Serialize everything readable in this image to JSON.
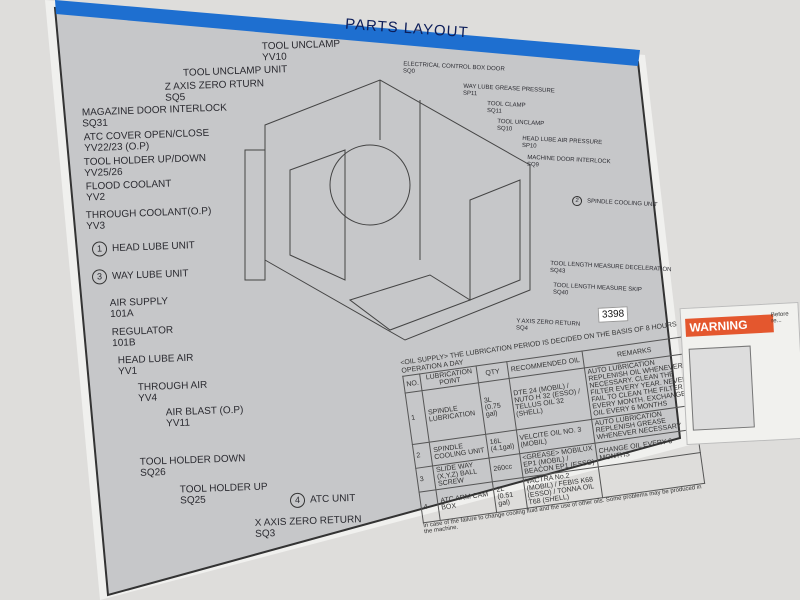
{
  "title": "PARTS LAYOUT",
  "left_labels": [
    {
      "name": "TOOL UNCLAMP",
      "code": "YV10"
    },
    {
      "name": "TOOL UNCLAMP UNIT",
      "code": ""
    },
    {
      "name": "Z AXIS ZERO RTURN",
      "code": "SQ5"
    },
    {
      "name": "MAGAZINE DOOR INTERLOCK",
      "code": "SQ31"
    },
    {
      "name": "ATC COVER OPEN/CLOSE",
      "code": "YV22/23          (O.P)"
    },
    {
      "name": "TOOL HOLDER UP/DOWN",
      "code": "YV25/26"
    },
    {
      "name": "FLOOD COOLANT",
      "code": "YV2"
    },
    {
      "name": "THROUGH COOLANT(O.P)",
      "code": "YV3"
    },
    {
      "num": "1",
      "name": "HEAD LUBE UNIT",
      "code": ""
    },
    {
      "num": "3",
      "name": "WAY LUBE UNIT",
      "code": ""
    },
    {
      "name": "AIR SUPPLY",
      "code": "101A"
    },
    {
      "name": "REGULATOR",
      "code": "101B"
    },
    {
      "name": "HEAD LUBE AIR",
      "code": "YV1"
    },
    {
      "name": "THROUGH AIR",
      "code": "YV4"
    },
    {
      "name": "AIR BLAST (O.P)",
      "code": "YV11"
    },
    {
      "name": "TOOL HOLDER DOWN",
      "code": "SQ26"
    },
    {
      "name": "TOOL HOLDER UP",
      "code": "SQ25"
    },
    {
      "num": "4",
      "name": "ATC UNIT",
      "code": ""
    },
    {
      "name": "X AXIS ZERO RETURN",
      "code": "SQ3"
    }
  ],
  "right_labels": [
    {
      "name": "ELECTRICAL CONTROL BOX DOOR",
      "code": "SQ0"
    },
    {
      "name": "WAY LUBE GREASE PRESSURE",
      "code": "SP11"
    },
    {
      "name": "TOOL CLAMP",
      "code": "SQ11"
    },
    {
      "name": "TOOL UNCLAMP",
      "code": "SQ10"
    },
    {
      "name": "HEAD LUBE AIR PRESSURE",
      "code": "SP10"
    },
    {
      "name": "MACHINE DOOR INTERLOCK",
      "code": "SQ9"
    },
    {
      "num": "2",
      "name": "SPINDLE COOLING UNIT",
      "code": ""
    },
    {
      "name": "TOOL LENGTH MEASURE DECELERATION",
      "code": "SQ43"
    },
    {
      "name": "TOOL LENGTH MEASURE SKIP",
      "code": "SQ40"
    },
    {
      "name": "Y AXIS ZERO RETURN",
      "code": "SQ4"
    }
  ],
  "tag": "3398",
  "table": {
    "intro": "<OIL SUPPLY> THE LUBRICATION PERIOD IS DECIDED ON THE BASIS OF 8 HOURS OPERATION A DAY",
    "headers": [
      "NO.",
      "LUBRICATION POINT",
      "QTY",
      "RECOMMENDED OIL",
      "REMARKS"
    ],
    "rows": [
      {
        "no": "1",
        "point": "SPINDLE LUBRICATION",
        "qty": "3L (0.75 gal)",
        "oil": "DTE 24 (MOBIL) / NUTO H 32 (ESSO) / TELLUS OIL 32 (SHELL)",
        "remarks": "AUTO LUBRICATION REPLENISH OIL WHENEVER NECESSARY. CLEAN THE FILTER EVERY YEAR. NEVER FAIL TO CLEAN THE FILTER EVERY MONTH. EXCHANGE OIL EVERY 6 MONTHS"
      },
      {
        "no": "2",
        "point": "SPINDLE COOLING UNIT",
        "qty": "16L (4.1gal)",
        "oil": "VELCITE OIL NO. 3 (MOBIL)",
        "remarks": "AUTO LUBRICATION REPLENISH GREASE WHENEVER NECESSARY"
      },
      {
        "no": "3",
        "point": "SLIDE WAY (X,Y,Z) BALL SCREW",
        "qty": "260cc",
        "oil": "<GREASE> MOBILUX EP1 (MOBIL) / BEACON EP1 (ESSO)",
        "remarks": "CHANGE OIL EVERY 6 MONTHS"
      },
      {
        "no": "4",
        "point": "ATC ARM CAM BOX",
        "qty": "2L (0.51 gal)",
        "oil": "VACTRA No.2 (MOBIL) / FEBIS K68 (ESSO) / TONNA OIL T68 (SHELL)",
        "remarks": ""
      }
    ],
    "note": "In case of the failure to change cooling fluid and the use of other oils. Some problems may be produced in the machine."
  },
  "warning": {
    "label": "WARNING",
    "text": "Before re..."
  },
  "colors": {
    "header_blue": "#1e6fd0",
    "panel": "#c9cacb",
    "warning": "#e4572e"
  }
}
